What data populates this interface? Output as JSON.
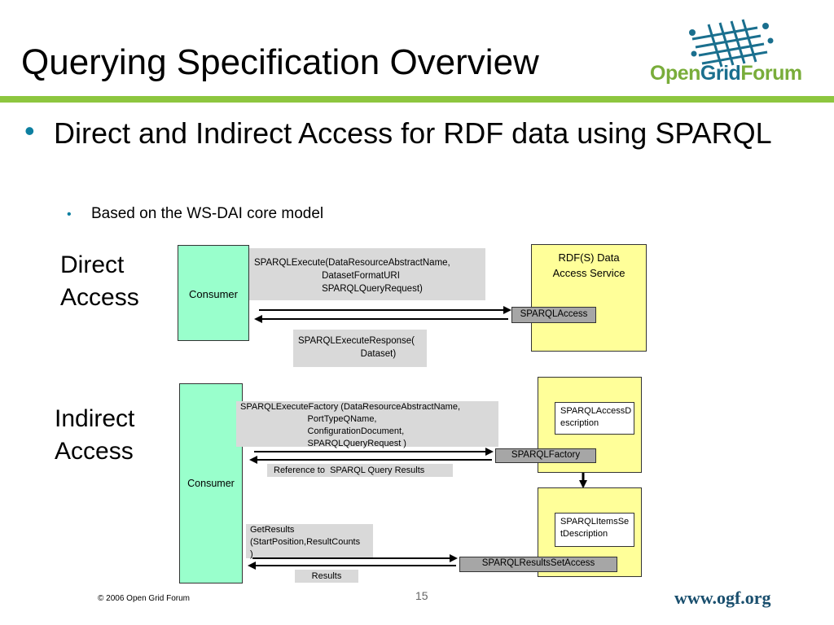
{
  "slide": {
    "title": "Querying Specification Overview",
    "bullet1": "Direct and Indirect Access for RDF data using SPARQL",
    "bullet2": "Based on the WS-DAI core model",
    "bullet_glyph": "•"
  },
  "logo": {
    "word1": "Open",
    "word2": "Grid",
    "word3": "Forum",
    "icon": "grid-lattice-icon"
  },
  "direct": {
    "label": "Direct Access",
    "consumer": "Consumer",
    "request": "SPARQLExecute(DataResourceAbstractName,\n                          DatasetFormatURI\n                          SPARQLQueryRequest)",
    "response": "SPARQLExecuteResponse(\n                        Dataset)",
    "service": "RDF(S) Data\nAccess Service",
    "port": "SPARQLAccess"
  },
  "indirect": {
    "label": "Indirect Access",
    "consumer": "Consumer",
    "factory_request": "SPARQLExecuteFactory (DataResourceAbstractName,\n                           PortTypeQName,\n                           ConfigurationDocument,\n                           SPARQLQueryRequest )",
    "factory_response": "Reference to  SPARQL Query Results",
    "access_description": "SPARQLAccessD\nescription",
    "factory_port": "SPARQLFactory",
    "items_description": "SPARQLItemsSe\ntDescription",
    "getresults": "GetResults\n(StartPosition,ResultCounts\n)",
    "results": "Results",
    "results_port": "SPARQLResultsSetAccess"
  },
  "footer": {
    "copyright": "© 2006 Open Grid Forum",
    "page": "15",
    "url": "www.ogf.org"
  },
  "colors": {
    "accent_green": "#8dc63f",
    "consumer_fill": "#99ffcc",
    "service_fill": "#ffff99",
    "bullet_blue": "#0d7fa0"
  }
}
